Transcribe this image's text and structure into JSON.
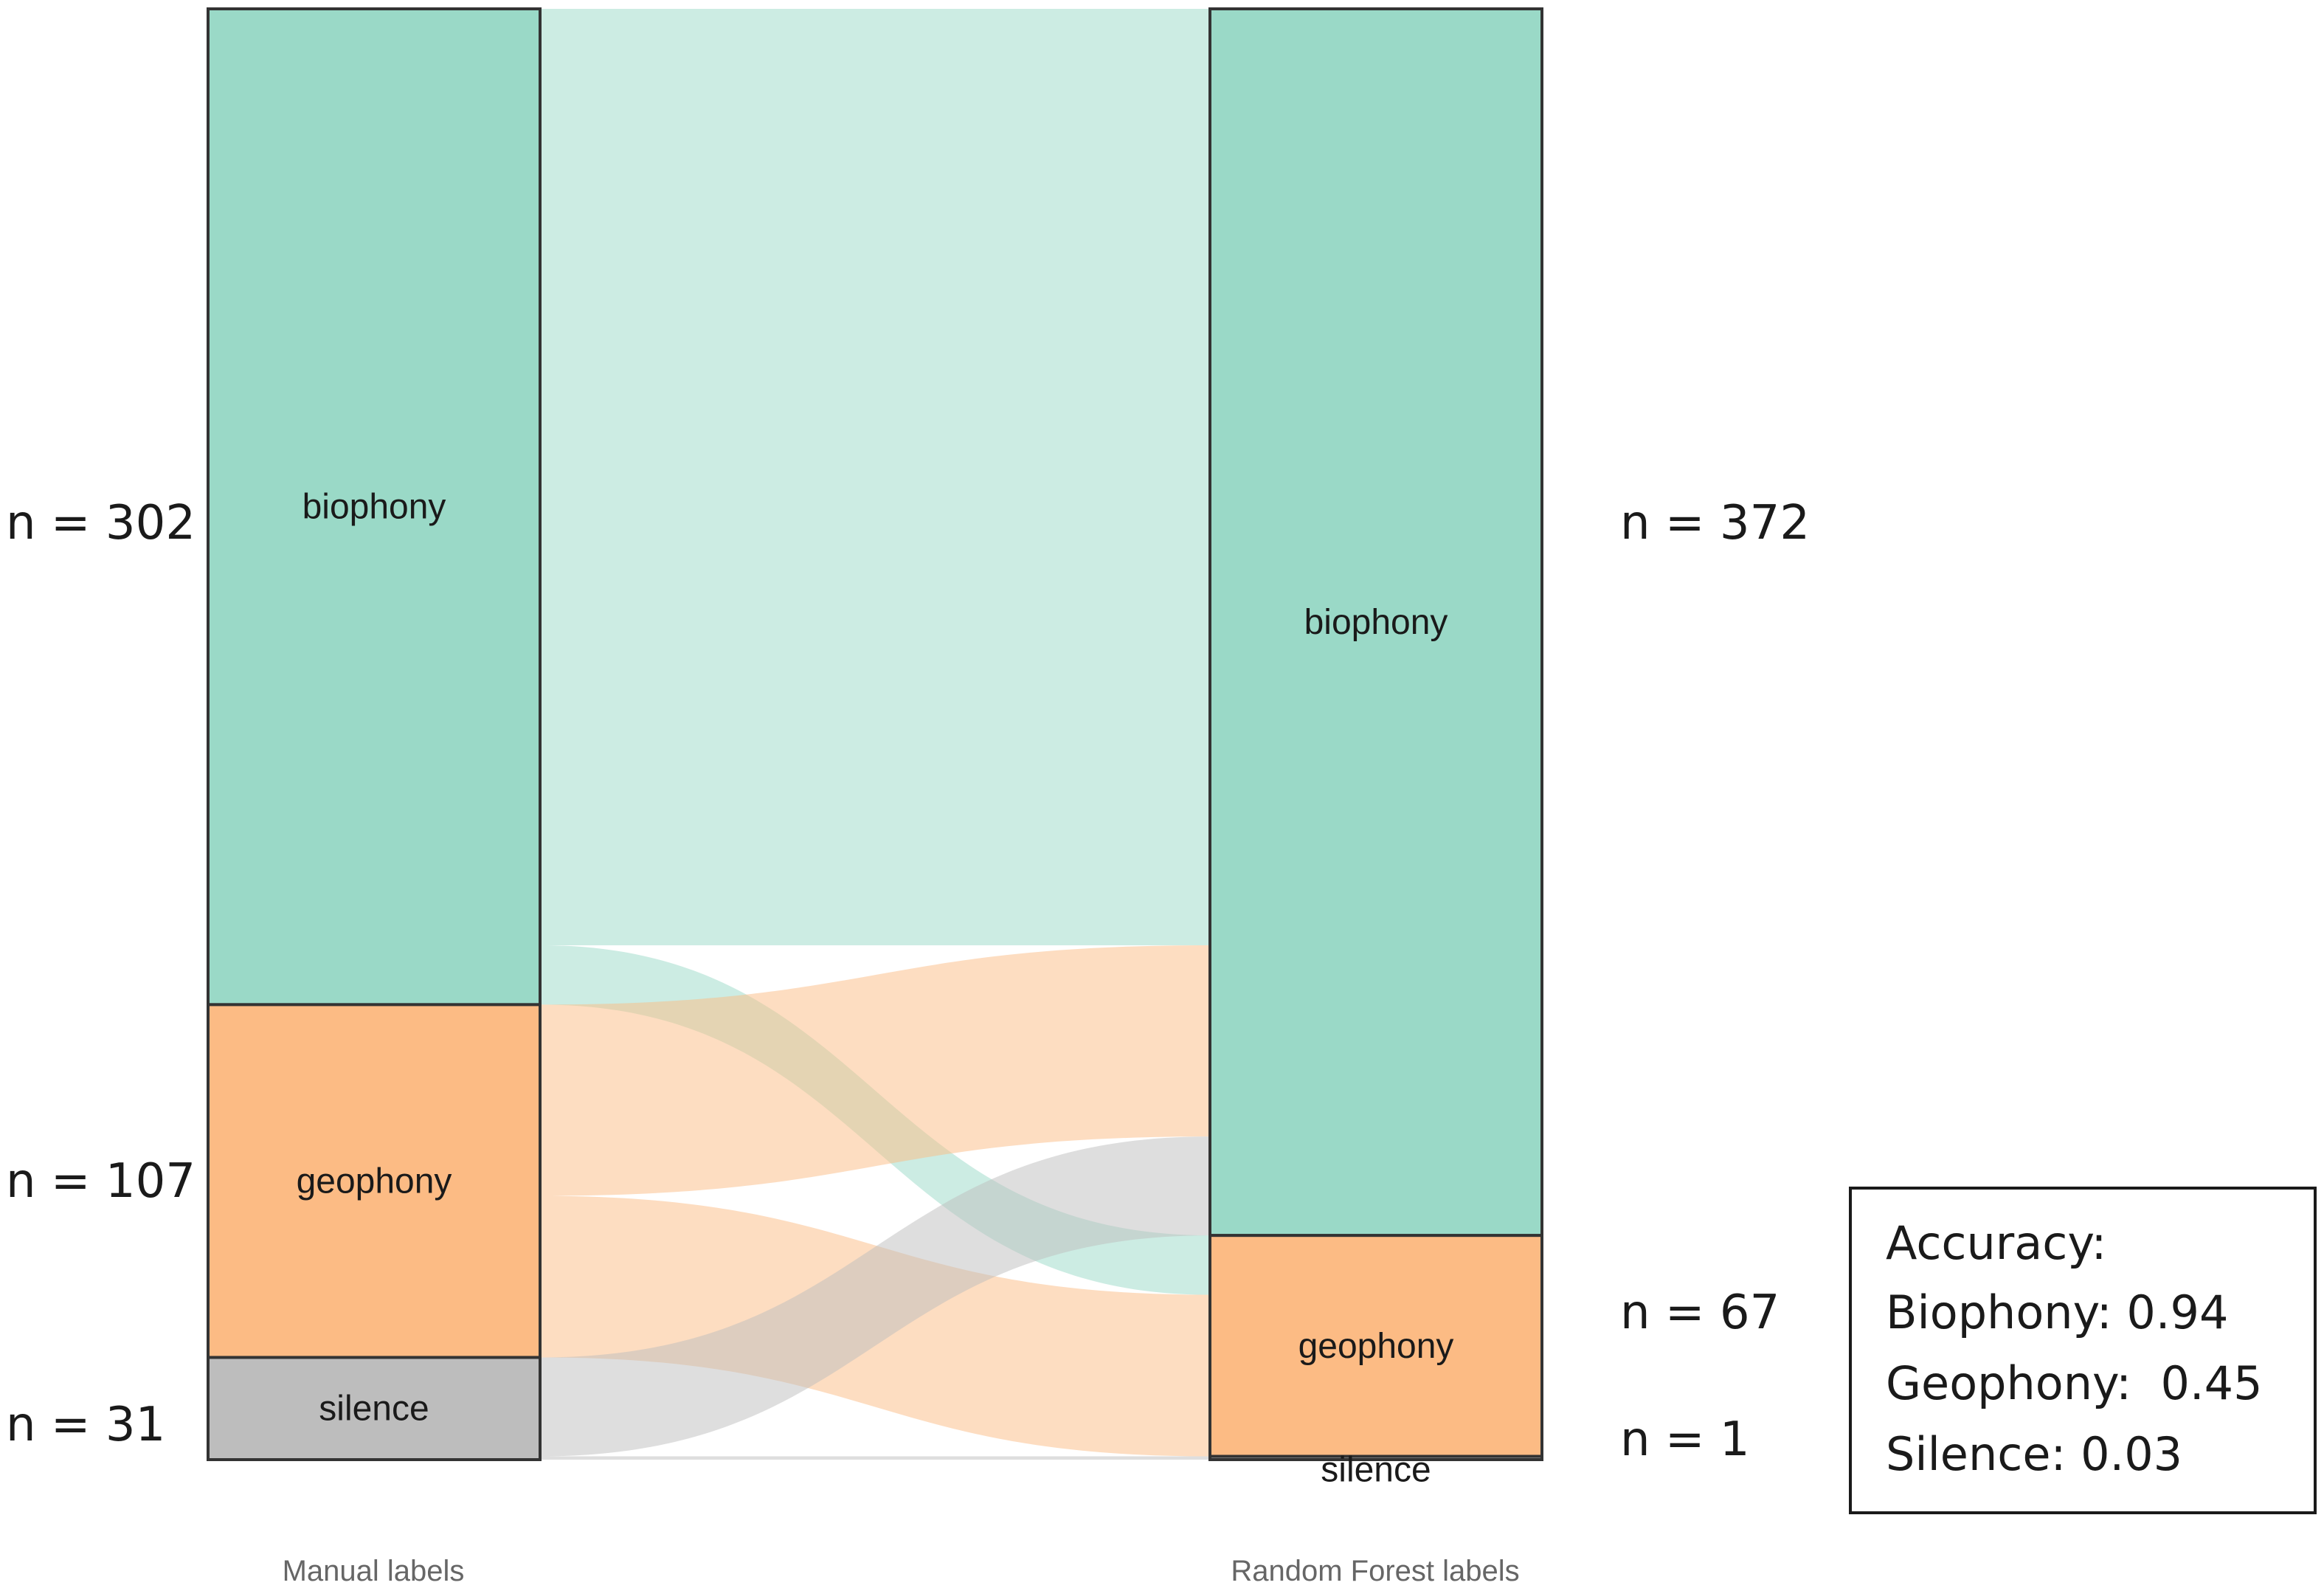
{
  "chart_data": {
    "type": "sankey",
    "columns": [
      {
        "label": "Manual labels",
        "nodes": [
          {
            "name": "biophony",
            "count_label": "n = 302",
            "value": 302
          },
          {
            "name": "geophony",
            "count_label": "n = 107",
            "value": 107
          },
          {
            "name": "silence",
            "count_label": "n = 31",
            "value": 31
          }
        ]
      },
      {
        "label": "Random Forest labels",
        "nodes": [
          {
            "name": "biophony",
            "count_label": "n = 372",
            "value": 372
          },
          {
            "name": "geophony",
            "count_label": "n = 67",
            "value": 67
          },
          {
            "name": "silence",
            "count_label": "n = 1",
            "value": 1
          }
        ]
      }
    ],
    "flows": [
      {
        "from": "biophony",
        "to": "biophony",
        "value": 284
      },
      {
        "from": "biophony",
        "to": "geophony",
        "value": 18
      },
      {
        "from": "geophony",
        "to": "biophony",
        "value": 58
      },
      {
        "from": "geophony",
        "to": "geophony",
        "value": 49
      },
      {
        "from": "silence",
        "to": "biophony",
        "value": 30
      },
      {
        "from": "silence",
        "to": "silence",
        "value": 1
      }
    ],
    "colors": {
      "biophony": "#9ad9c7",
      "geophony": "#fcbb84",
      "silence": "#bdbdbd"
    },
    "accuracy": {
      "title": "Accuracy:",
      "lines": [
        "Biophony: 0.94",
        "Geophony:  0.45",
        "Silence: 0.03"
      ]
    }
  }
}
